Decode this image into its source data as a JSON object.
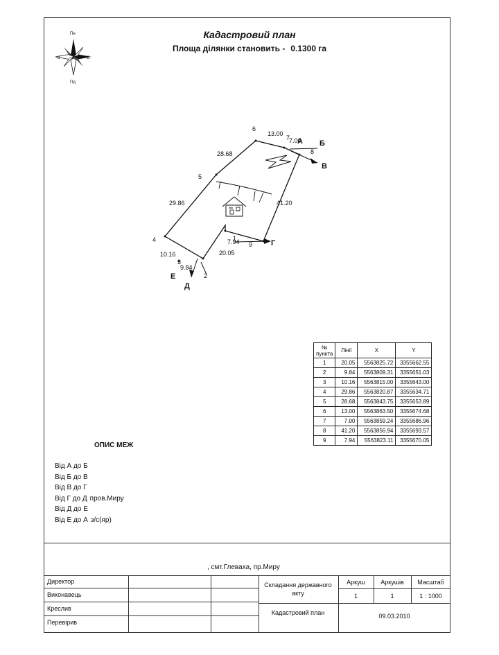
{
  "header": {
    "title": "Кадастровий план",
    "area_label": "Площа ділянки становить -",
    "area_value": "0.1300 га"
  },
  "compass": {
    "icon": "compass-rose-icon",
    "north": "Пн",
    "south": "Пд",
    "east": "С",
    "west": "З"
  },
  "plan": {
    "points": [
      "1",
      "2",
      "3",
      "4",
      "5",
      "6",
      "7",
      "8",
      "9"
    ],
    "lengths": [
      "13.00",
      "7.00",
      "28.68",
      "29.86",
      "41.20",
      "7.94",
      "20.05",
      "10.16",
      "9.84"
    ],
    "boundary_letters": [
      "А",
      "Б",
      "В",
      "Г",
      "Д",
      "Е"
    ],
    "icons": [
      "building-icon",
      "direction-arrow-icon"
    ]
  },
  "coords_table": {
    "headers": [
      "№ пункта",
      "Лінії",
      "X",
      "Y"
    ],
    "rows": [
      [
        "1",
        "20.05",
        "5563825.72",
        "3355662.55"
      ],
      [
        "2",
        "9.84",
        "5563809.31",
        "3355651.03"
      ],
      [
        "3",
        "10.16",
        "5563815.00",
        "3355643.00"
      ],
      [
        "4",
        "29.86",
        "5563820.87",
        "3355634.71"
      ],
      [
        "5",
        "28.68",
        "5563843.75",
        "3355653.89"
      ],
      [
        "6",
        "13.00",
        "5563863.50",
        "3355674.68"
      ],
      [
        "7",
        "7.00",
        "5563859.24",
        "3355686.96"
      ],
      [
        "8",
        "41.20",
        "5563856.94",
        "3355693.57"
      ],
      [
        "9",
        "7.94",
        "5563823.11",
        "3355670.05"
      ]
    ]
  },
  "boundaries": {
    "title": "ОПИС МЕЖ",
    "items": [
      {
        "label": "Від А до Б",
        "note": ""
      },
      {
        "label": "Від Б до В",
        "note": ""
      },
      {
        "label": "Від В до Г",
        "note": ""
      },
      {
        "label": "Від Г до Д",
        "note": "пров.Миру"
      },
      {
        "label": "Від Д до Е",
        "note": ""
      },
      {
        "label": "Від Е до А",
        "note": "з/с(яр)"
      }
    ]
  },
  "address": ", смт.Глеваха, пр.Миру",
  "stamp": {
    "roles": [
      "Директор",
      "Виконавець",
      "Креслив",
      "Перевірив"
    ],
    "composition": "Складання державного акту",
    "plan_label": "Кадастровий план",
    "sheet_label": "Аркуш",
    "sheets_label": "Аркушів",
    "scale_label": "Масштаб",
    "sheet_value": "1",
    "sheets_value": "1",
    "scale_value": "1 : 1000",
    "date": "09.03.2010"
  }
}
